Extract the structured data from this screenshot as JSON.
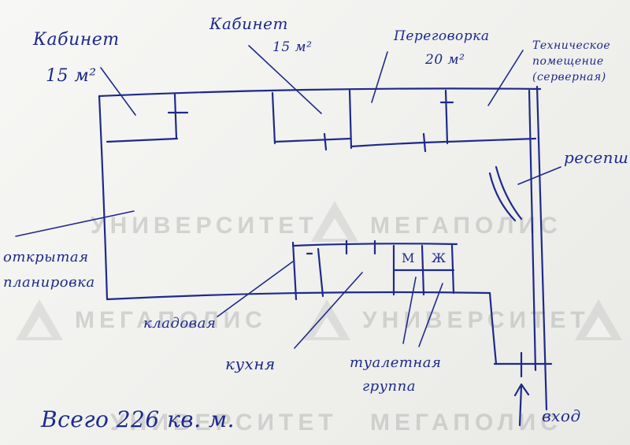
{
  "labels": {
    "office_1": "Кабинет",
    "office_1_area": "15 м²",
    "office_2": "Кабинет",
    "office_2_area": "15 м²",
    "meeting": "Переговорка",
    "meeting_area": "20 м²",
    "tech_1": "Техническое",
    "tech_2": "помещение",
    "tech_3": "(серверная)",
    "reception": "ресепшн",
    "open_1": "открытая",
    "open_2": "планировка",
    "storage": "кладовая",
    "kitchen": "кухня",
    "wc_m": "М",
    "wc_w": "Ж",
    "restroom_1": "туалетная",
    "restroom_2": "группа",
    "entrance": "вход",
    "total": "Всего 226 кв. м."
  },
  "watermarks": {
    "upper_left": "УНИВЕРСИТЕТ",
    "upper_right": "МЕГАПОЛИС",
    "lower_left": "МЕГАПОЛИС",
    "lower_right": "УНИВЕРСИТЕТ",
    "bottom_left": "УНИВЕРСИТЕТ",
    "bottom_right": "МЕГАПОЛИС"
  },
  "colors": {
    "ink": "#1f2a8a",
    "paper": "#f3f3f1",
    "watermark": "#bbbbbb"
  }
}
